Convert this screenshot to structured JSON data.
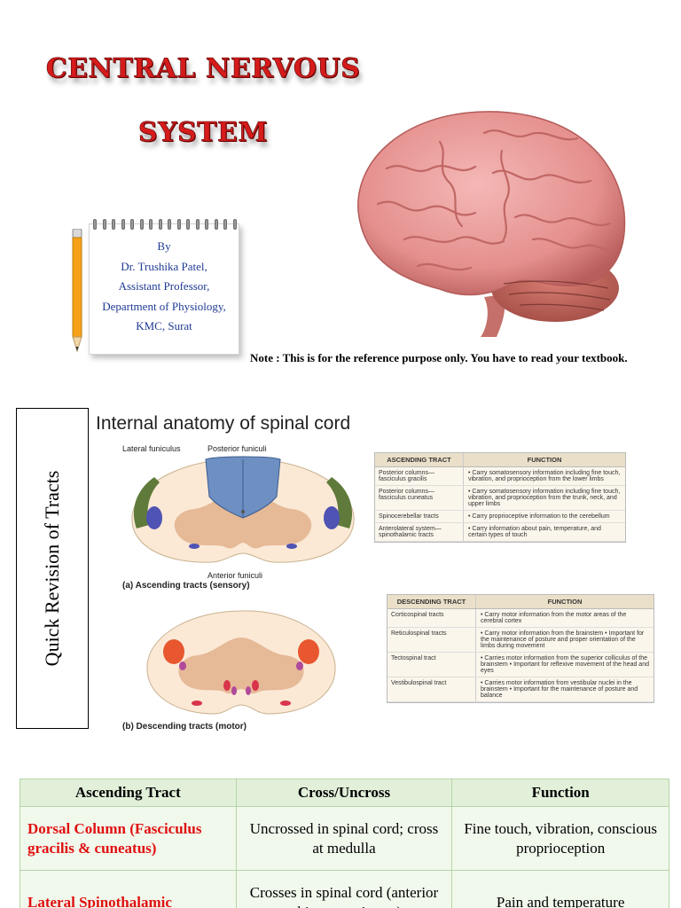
{
  "title": {
    "line1": "CENTRAL NERVOUS",
    "line2": "SYSTEM"
  },
  "author": {
    "lines": [
      "By",
      "Dr. Trushika Patel,",
      "Assistant Professor,",
      "Department of Physiology,",
      "KMC, Surat"
    ]
  },
  "note": "Note : This is for the reference purpose only. You have to read your textbook.",
  "side_label": "Quick Revision of Tracts",
  "figure": {
    "title": "Internal anatomy of spinal cord",
    "labels": {
      "lateral": "Lateral funiculus",
      "posterior": "Posterior funiculi",
      "anterior": "Anterior funiculi"
    },
    "caption_a": "(a) Ascending tracts (sensory)",
    "caption_b": "(b) Descending tracts (motor)",
    "ascending_table": {
      "headers": [
        "ASCENDING TRACT",
        "FUNCTION"
      ],
      "rows": [
        [
          "Posterior columns— fasciculus gracilis",
          "• Carry somatosensory information including fine touch, vibration, and proprioception from the lower limbs"
        ],
        [
          "Posterior columns— fasciculus cuneatus",
          "• Carry somatosensory information including fine touch, vibration, and proprioception from the trunk, neck, and upper limbs"
        ],
        [
          "Spinocerebellar tracts",
          "• Carry proprioceptive information to the cerebellum"
        ],
        [
          "Anterolateral system— spinothalamic tracts",
          "• Carry information about pain, temperature, and certain types of touch"
        ]
      ]
    },
    "descending_table": {
      "headers": [
        "DESCENDING TRACT",
        "FUNCTION"
      ],
      "rows": [
        [
          "Corticospinal tracts",
          "• Carry motor information from the motor areas of the cerebral cortex"
        ],
        [
          "Reticulospinal tracts",
          "• Carry motor information from the brainstem • Important for the maintenance of posture and proper orientation of the limbs during movement"
        ],
        [
          "Tectospinal tract",
          "• Carries motor information from the superior colliculus of the brainstem • Important for reflexive movement of the head and eyes"
        ],
        [
          "Vestibulospinal tract",
          "• Carries motor information from vestibular nuclei in the brainstem • Important for the maintenance of posture and balance"
        ]
      ]
    }
  },
  "comparison": {
    "headers": [
      "Ascending Tract",
      "Cross/Uncross",
      "Function"
    ],
    "rows": [
      [
        "Dorsal Column (Fasciculus gracilis & cuneatus)",
        "Uncrossed in spinal cord; cross at medulla",
        "Fine touch, vibration, conscious proprioception"
      ],
      [
        "Lateral Spinothalamic",
        "Crosses in spinal cord (anterior white commissure)",
        "Pain and temperature"
      ]
    ]
  },
  "colors": {
    "title_red": "#d61b1b",
    "tract_red": "#e01010",
    "table_green": "#e2f0da"
  },
  "icons": [
    "brain-image",
    "pencil-icon",
    "notebook-icon"
  ]
}
